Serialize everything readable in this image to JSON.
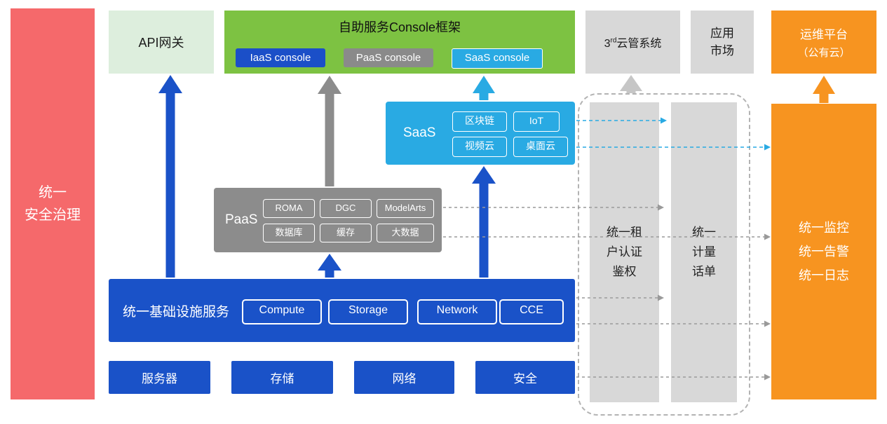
{
  "colors": {
    "red": "#f5696b",
    "pale_green": "#ddeedd",
    "green": "#7dc242",
    "blue": "#1a52c8",
    "gray": "#8c8c8c",
    "light_gray": "#d8d8d8",
    "cyan": "#29aae3",
    "orange": "#f79420"
  },
  "security_bar": {
    "lines": [
      "统一",
      "安全治理"
    ]
  },
  "api_gateway": {
    "label": "API网关"
  },
  "console_frame": {
    "title": "自助服务Console框架",
    "iaas_button": "IaaS console",
    "paas_button": "PaaS console",
    "saas_button": "SaaS console"
  },
  "cloud_mgmt": {
    "prefix": "3",
    "sup": "rd",
    "suffix": "云管系统"
  },
  "app_market": {
    "lines": [
      "应用",
      "市场"
    ]
  },
  "ops_platform": {
    "lines": [
      "运维平台",
      "（公有云）"
    ]
  },
  "saas": {
    "label": "SaaS",
    "buttons": [
      "区块链",
      "IoT",
      "视频云",
      "桌面云"
    ]
  },
  "paas": {
    "label": "PaaS",
    "buttons": [
      "ROMA",
      "DGC",
      "ModelArts",
      "数据库",
      "缓存",
      "大数据"
    ]
  },
  "iaas": {
    "label": "统一基础设施服务",
    "buttons": [
      "Compute",
      "Storage",
      "Network",
      "CCE"
    ]
  },
  "hardware": {
    "items": [
      "服务器",
      "存储",
      "网络",
      "安全"
    ]
  },
  "auth_bar": {
    "lines": [
      "统一租",
      "户认证",
      "鉴权"
    ]
  },
  "billing_bar": {
    "lines": [
      "统一",
      "计量",
      "话单"
    ]
  },
  "monitor_bar": {
    "lines": [
      "统一监控",
      "统一告警",
      "统一日志"
    ]
  }
}
